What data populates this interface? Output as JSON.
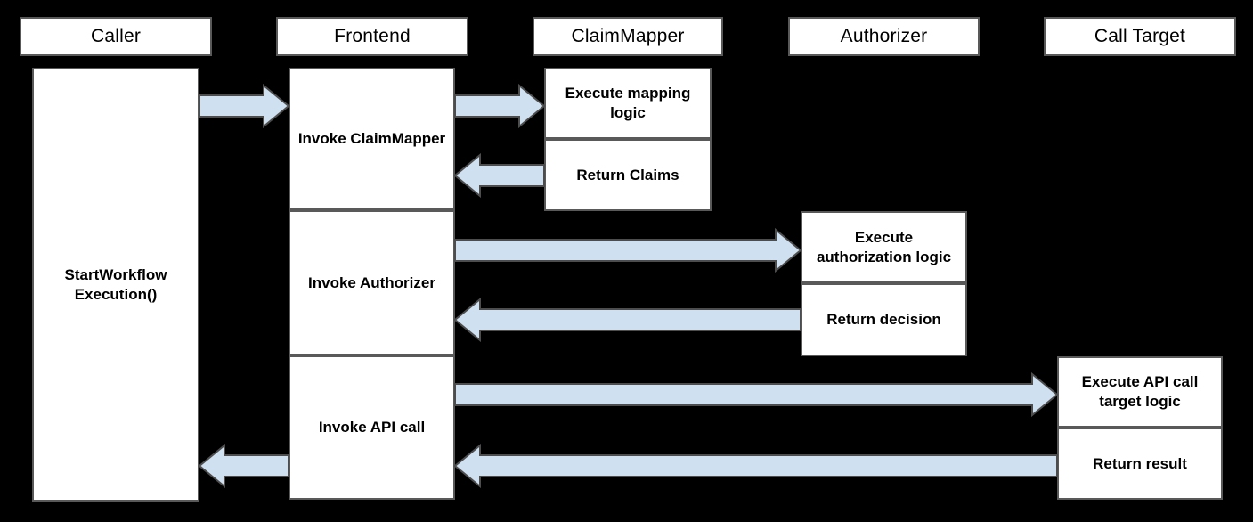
{
  "diagram": {
    "type": "sequence-diagram",
    "background_color": "#000000",
    "box_fill": "#ffffff",
    "box_border": "#595959",
    "arrow_fill": "#cfe0f0",
    "arrow_border": "#4d4d4d",
    "lifelines": [
      {
        "id": "caller",
        "label": "Caller"
      },
      {
        "id": "frontend",
        "label": "Frontend"
      },
      {
        "id": "claimmapper",
        "label": "ClaimMapper"
      },
      {
        "id": "authorizer",
        "label": "Authorizer"
      },
      {
        "id": "calltarget",
        "label": "Call Target"
      }
    ],
    "activations": {
      "caller_main": "StartWorkflow Execution()",
      "frontend_invoke_claimmapper": "Invoke ClaimMapper",
      "frontend_invoke_authorizer": "Invoke Authorizer",
      "frontend_invoke_api_call": "Invoke API call",
      "claimmapper_execute": "Execute mapping logic",
      "claimmapper_return": "Return Claims",
      "authorizer_execute": "Execute authorization logic",
      "authorizer_return": "Return decision",
      "calltarget_execute": "Execute API call target logic",
      "calltarget_return": "Return result"
    },
    "messages": [
      {
        "id": "m1",
        "from": "caller",
        "to": "frontend",
        "direction": "right"
      },
      {
        "id": "m2",
        "from": "frontend",
        "to": "claimmapper",
        "direction": "right"
      },
      {
        "id": "m3",
        "from": "claimmapper",
        "to": "frontend",
        "direction": "left"
      },
      {
        "id": "m4",
        "from": "frontend",
        "to": "authorizer",
        "direction": "right"
      },
      {
        "id": "m5",
        "from": "authorizer",
        "to": "frontend",
        "direction": "left"
      },
      {
        "id": "m6",
        "from": "frontend",
        "to": "calltarget",
        "direction": "right"
      },
      {
        "id": "m7",
        "from": "calltarget",
        "to": "frontend",
        "direction": "left"
      },
      {
        "id": "m8",
        "from": "frontend",
        "to": "caller",
        "direction": "left"
      }
    ]
  }
}
